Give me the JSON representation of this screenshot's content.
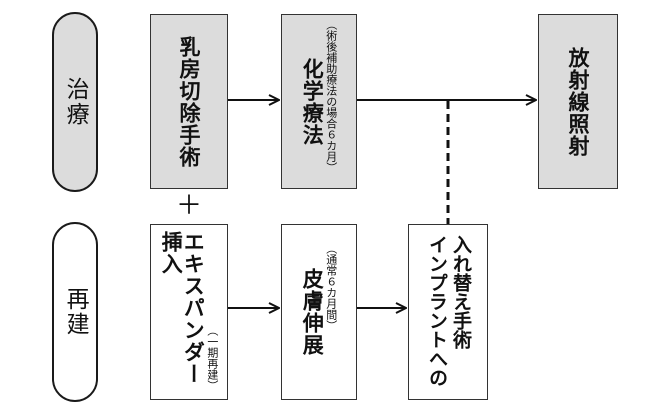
{
  "rows": {
    "treatment_label": "治療",
    "reconstruction_label": "再建"
  },
  "boxes": {
    "mastectomy": "乳房切除手術",
    "chemo_main": "化学療法",
    "chemo_note": "（術後補助療法の場合６カ月）",
    "radiation": "放射線照射",
    "expander_main": "エキスパンダー挿入",
    "expander_note": "（一期再建）",
    "skin_main": "皮膚伸展",
    "skin_note": "（通常６カ月間）",
    "implant_line1": "インプラントへの",
    "implant_line2": "入れ替え手術"
  },
  "plus_sign": "＋"
}
